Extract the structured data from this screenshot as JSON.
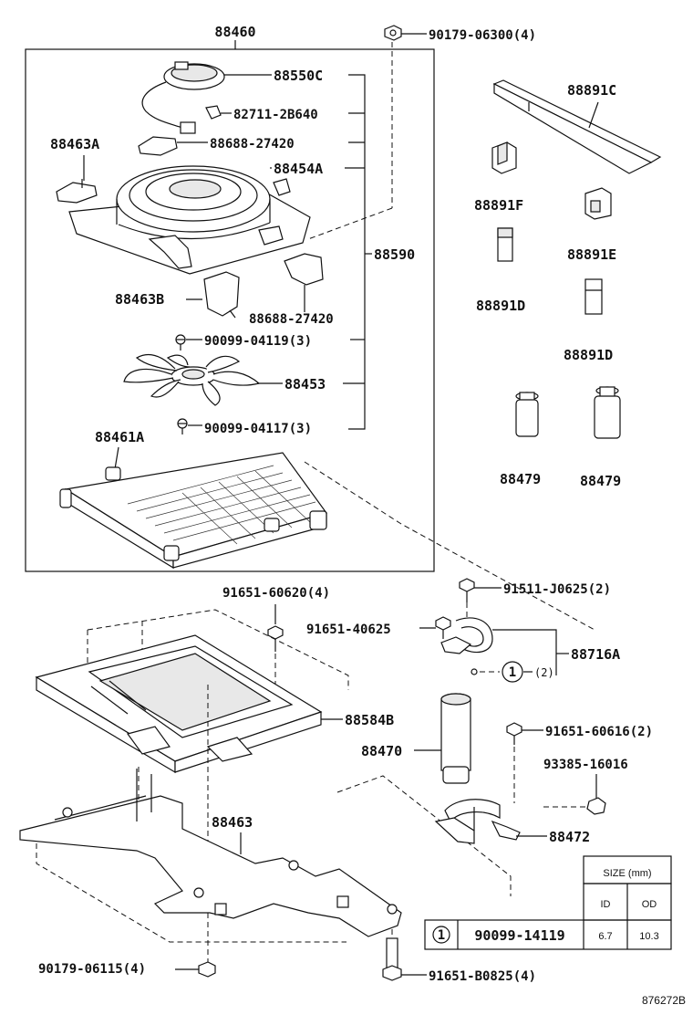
{
  "labels": {
    "assy_main": "88460",
    "nut_top": "90179-06300(4)",
    "motor": "88550C",
    "grommet": "82711-2B640",
    "bracket_a1": "88688-27420",
    "bracket_a": "88463A",
    "shroud": "88454A",
    "sub_assy": "88590",
    "bracket_b": "88463B",
    "bracket_b2": "88688-27420",
    "screw_a": "90099-04119(3)",
    "fan": "88453",
    "screw_b": "90099-04117(3)",
    "condenser": "88461A",
    "seal_c": "88891C",
    "seal_f": "88891F",
    "seal_e": "88891E",
    "seal_d1": "88891D",
    "seal_d2": "88891D",
    "damper1": "88479",
    "damper2": "88479",
    "bolt_top": "91651-60620(4)",
    "bolt_j": "91511-J0625(2)",
    "bolt_40625": "91651-40625",
    "tube": "88716A",
    "oring_ref": "1",
    "oring_qty": "(2)",
    "frame": "88584B",
    "receiver": "88470",
    "bolt_616": "91651-60616(2)",
    "clip": "93385-16016",
    "receiver_bracket": "88472",
    "bracket_main": "88463",
    "nut_bottom": "90179-06115(4)",
    "bolt_bottom": "91651-B0825(4)",
    "diagram_no": "876272B"
  },
  "table": {
    "size_header": "SIZE (mm)",
    "col_id": "ID",
    "col_od": "OD",
    "ref": "1",
    "part_no": "90099-14119",
    "id_value": "6.7",
    "od_value": "10.3"
  }
}
